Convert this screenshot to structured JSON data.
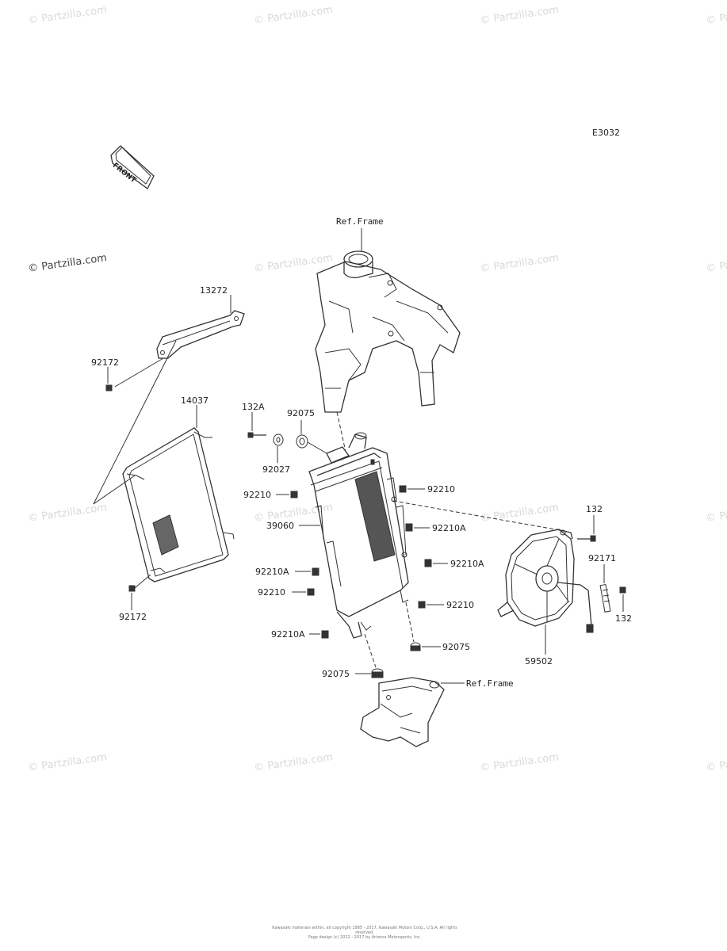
{
  "diagram_code": "E3032",
  "front_arrow_label": "FRONT",
  "watermark_text": "© Partzilla.com",
  "ref_frame_top": "Ref.Frame",
  "ref_frame_bottom": "Ref.Frame",
  "parts": {
    "p13272": "13272",
    "p92172_top": "92172",
    "p14037": "14037",
    "p92172_bottom": "92172",
    "p132A": "132A",
    "p92075_top": "92075",
    "p92027": "92027",
    "p92210_r1": "92210",
    "p92210_l1": "92210",
    "p39060": "39060",
    "p92210A_r1": "92210A",
    "p92210A_r2": "92210A",
    "p92210A_l1": "92210A",
    "p92210_l2": "92210",
    "p92210_r2": "92210",
    "p92210A_l2": "92210A",
    "p92075_r": "92075",
    "p92075_l": "92075",
    "p132_top": "132",
    "p92171": "92171",
    "p132_bottom": "132",
    "p59502": "59502"
  },
  "footer": {
    "line1": "Kawasaki materials within, all copyright 1985 - 2017, Kawasaki Motors Corp., U.S.A. All rights reserved.",
    "line2": "Page design (c) 2022 - 2017 by Arizona Motorsports, Inc."
  }
}
